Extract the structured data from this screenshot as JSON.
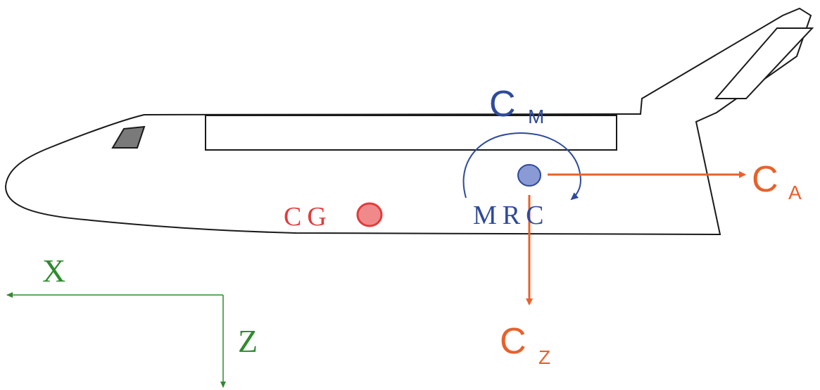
{
  "diagram": {
    "labels": {
      "cm_main": "C",
      "cm_sub": "M",
      "ca_main": "C",
      "ca_sub": "A",
      "cz_main": "C",
      "cz_sub": "Z",
      "cg": "CG",
      "mrc": "MRC",
      "x_axis": "X",
      "z_axis": "Z"
    },
    "colors": {
      "outline": "#1a1a1a",
      "moment": "#2e4a9a",
      "force": "#e8612a",
      "cg": "#e53a3a",
      "cg_fill": "#f08a8a",
      "mrc_fill": "#8a9ad4",
      "axes": "#2e8b2e",
      "window": "#7a7a7a"
    }
  }
}
